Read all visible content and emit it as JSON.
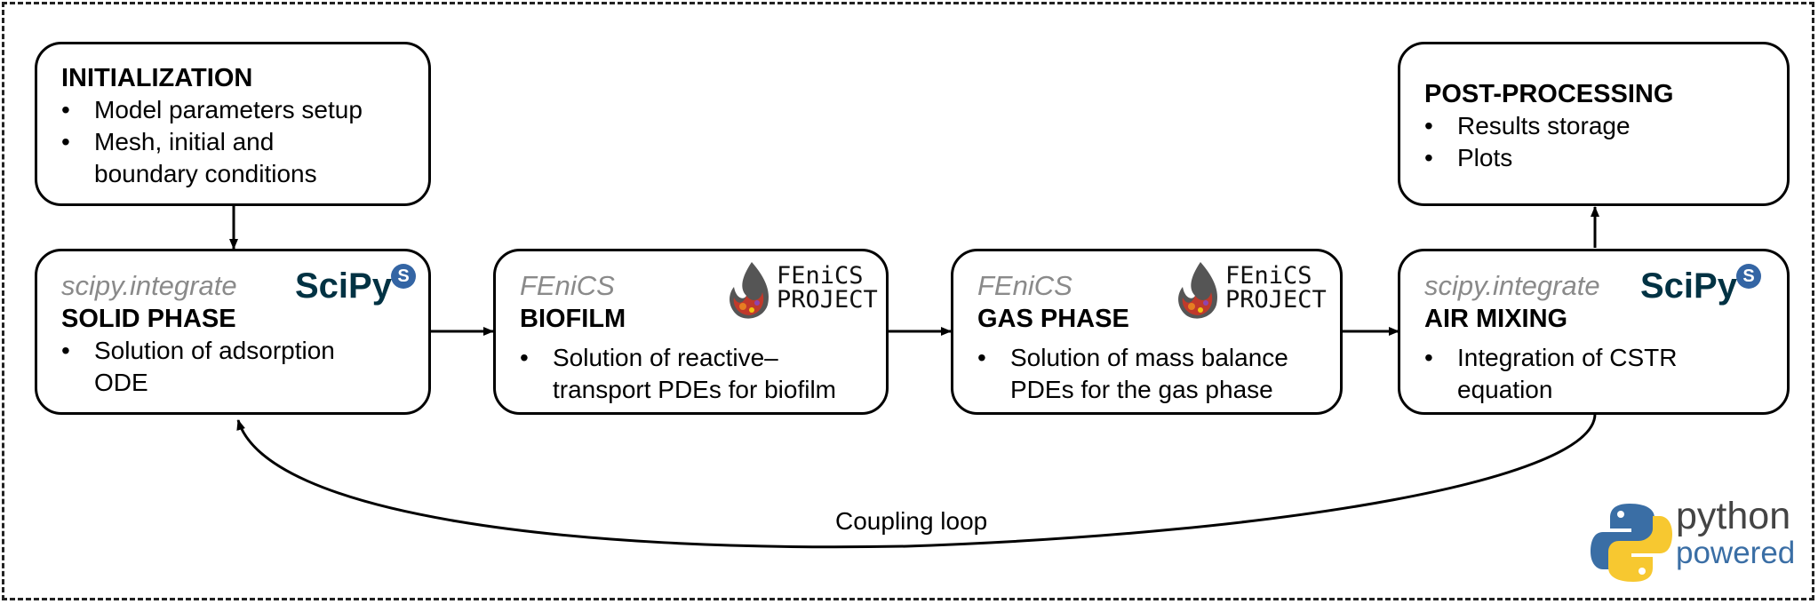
{
  "boxes": {
    "initialization": {
      "heading": "INITIALIZATION",
      "bullets": [
        "Model parameters setup",
        "Mesh, initial and boundary conditions"
      ]
    },
    "post_processing": {
      "heading": "POST-PROCESSING",
      "bullets": [
        "Results storage",
        "Plots"
      ]
    },
    "solid_phase": {
      "library": "scipy.integrate",
      "heading": "SOLID PHASE",
      "bullets": [
        "Solution of adsorption ODE"
      ],
      "logo": "scipy-logo"
    },
    "biofilm": {
      "library": "FEniCS",
      "heading": "BIOFILM",
      "bullets": [
        "Solution of reactive–transport PDEs for biofilm"
      ],
      "logo": "fenics-project-logo"
    },
    "gas_phase": {
      "library": "FEniCS",
      "heading": "GAS PHASE",
      "bullets": [
        "Solution of mass balance PDEs for the gas phase"
      ],
      "logo": "fenics-project-logo"
    },
    "air_mixing": {
      "library": "scipy.integrate",
      "heading": "AIR MIXING",
      "bullets": [
        "Integration of CSTR equation"
      ],
      "logo": "scipy-logo"
    }
  },
  "logos": {
    "scipy_text": "SciPy",
    "fenics_line1": "FEniCS",
    "fenics_line2": "PROJECT",
    "python_line1": "python",
    "python_line2": "powered"
  },
  "loop_label": "Coupling loop",
  "colors": {
    "border": "#000000",
    "library_text": "#8a8a8a",
    "scipy_dark": "#013243",
    "scipy_blue": "#3465a4",
    "python_blue": "#3a6ea5",
    "python_yellow": "#f7c830"
  }
}
